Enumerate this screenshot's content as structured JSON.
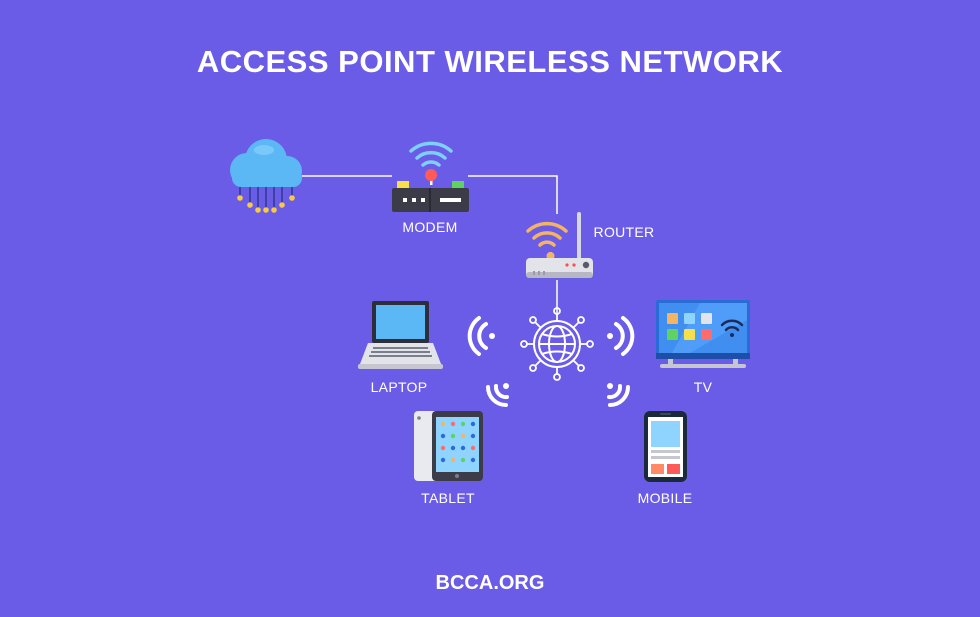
{
  "title": "ACCESS POINT WIRELESS NETWORK",
  "footer": "BCCA.ORG",
  "nodes": {
    "modem": "MODEM",
    "router": "ROUTER",
    "laptop": "LAPTOP",
    "tv": "TV",
    "tablet": "TABLET",
    "mobile": "MOBILE"
  },
  "colors": {
    "background": "#6b5ce7",
    "cloud": "#5bb8f5",
    "modem_body": "#3c3c48",
    "router_body": "#e3e3ea",
    "wifi_waves": "#ffffff"
  },
  "icons": [
    "cloud-icon",
    "modem-icon",
    "router-icon",
    "globe-icon",
    "laptop-icon",
    "tv-icon",
    "tablet-icon",
    "mobile-icon",
    "wifi-signal-icon"
  ]
}
